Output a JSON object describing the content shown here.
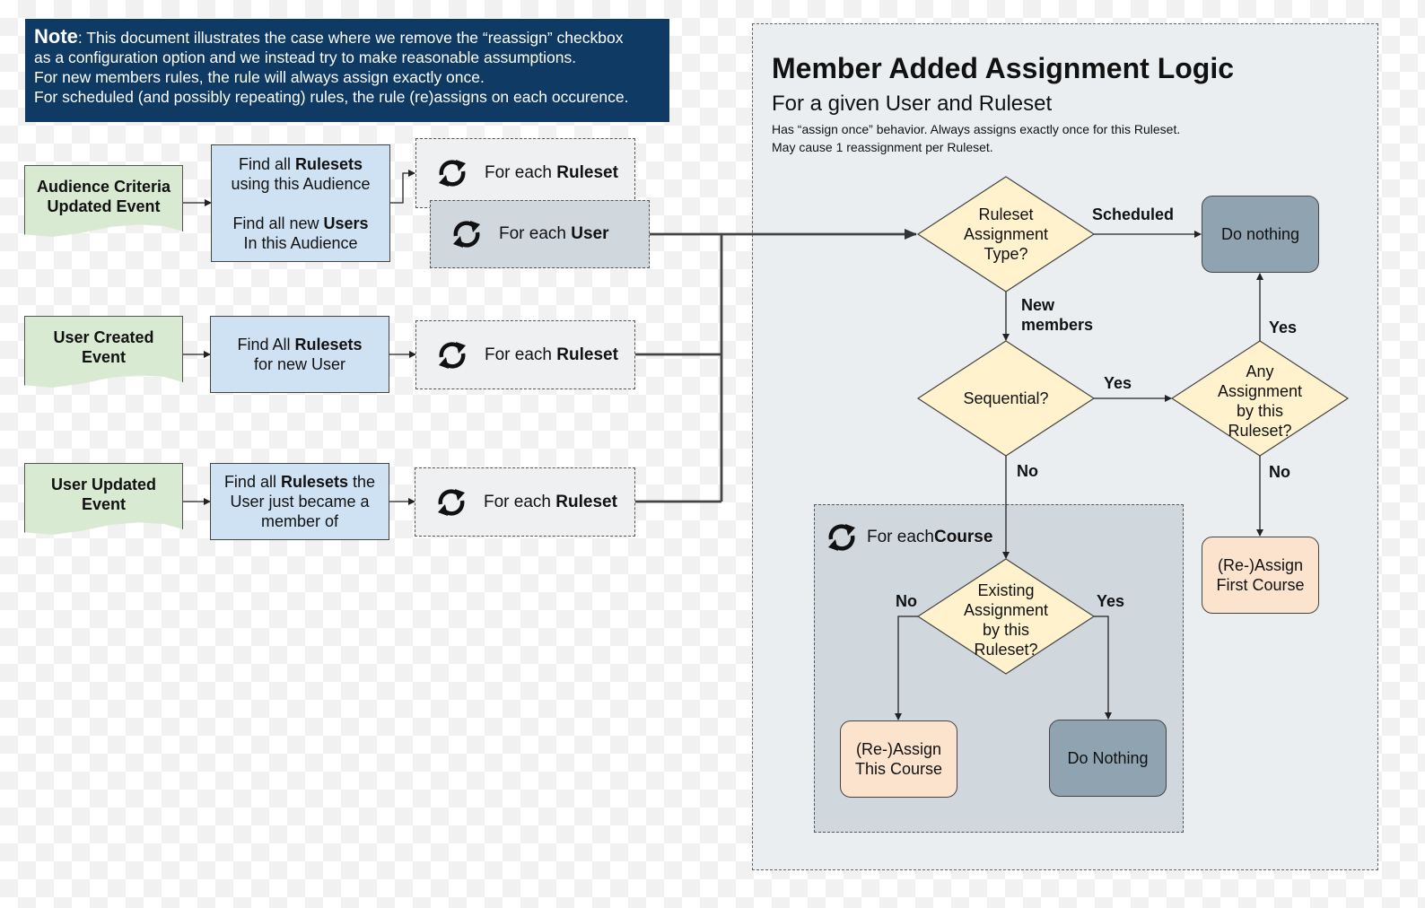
{
  "note": {
    "bold": "Note",
    "line1": ": This document illustrates the case where we remove the “reassign” checkbox",
    "line2": "as a configuration option and we instead try to make reasonable assumptions.",
    "line3": "For new members rules, the rule will always assign exactly once.",
    "line4": "For scheduled (and possibly repeating) rules, the rule (re)assigns on each occurence."
  },
  "events": {
    "audience": {
      "line1": "Audience Criteria",
      "line2": "Updated Event"
    },
    "created": {
      "line1": "User Created",
      "line2": "Event"
    },
    "updated": {
      "line1": "User Updated",
      "line2": "Event"
    }
  },
  "finders": {
    "audience": {
      "a1": "Find all ",
      "a1b": "Rulesets",
      "a2": "using this Audience",
      "b1": "Find all new ",
      "b1b": "Users",
      "b2": "In this Audience"
    },
    "created": {
      "a1": "Find All ",
      "a1b": "Rulesets",
      "a2": "for new User"
    },
    "updated": {
      "a1": "Find all ",
      "a1b": "Rulesets",
      "a1c": " the",
      "a2": "User just became a",
      "a3": "member of"
    }
  },
  "loops": {
    "prefix": "For each ",
    "ruleset": "Ruleset",
    "user": "User",
    "course": "Course"
  },
  "panel": {
    "title": "Member Added Assignment Logic",
    "subtitle": "For a given User and Ruleset",
    "desc1": "Has “assign once” behavior. Always assigns exactly once for this Ruleset.",
    "desc2": "May cause 1 reassignment per Ruleset."
  },
  "decisions": {
    "type": {
      "l1": "Ruleset",
      "l2": "Assignment",
      "l3": "Type?"
    },
    "sequential": {
      "l1": "Sequential?"
    },
    "any": {
      "l1": "Any",
      "l2": "Assignment",
      "l3": "by this",
      "l4": "Ruleset?"
    },
    "existing": {
      "l1": "Existing",
      "l2": "Assignment",
      "l3": "by this",
      "l4": "Ruleset?"
    }
  },
  "actions": {
    "do_nothing_top": "Do nothing",
    "first_course": {
      "l1": "(Re-)Assign",
      "l2": "First Course"
    },
    "this_course": {
      "l1": "(Re-)Assign",
      "l2": "This Course"
    },
    "do_nothing_bottom": "Do Nothing"
  },
  "edges": {
    "scheduled": "Scheduled",
    "new_members1": "New",
    "new_members2": "members",
    "yes": "Yes",
    "no": "No"
  },
  "colors": {
    "note_bg": "#0e3a63",
    "event_fill": "#d9ead3",
    "finder_fill": "#cfe2f3",
    "decision_fill": "#fff2cc",
    "action_dark": "#8fa4b0",
    "action_peach": "#fce3ce"
  },
  "icons": {
    "loop": "refresh-icon"
  }
}
